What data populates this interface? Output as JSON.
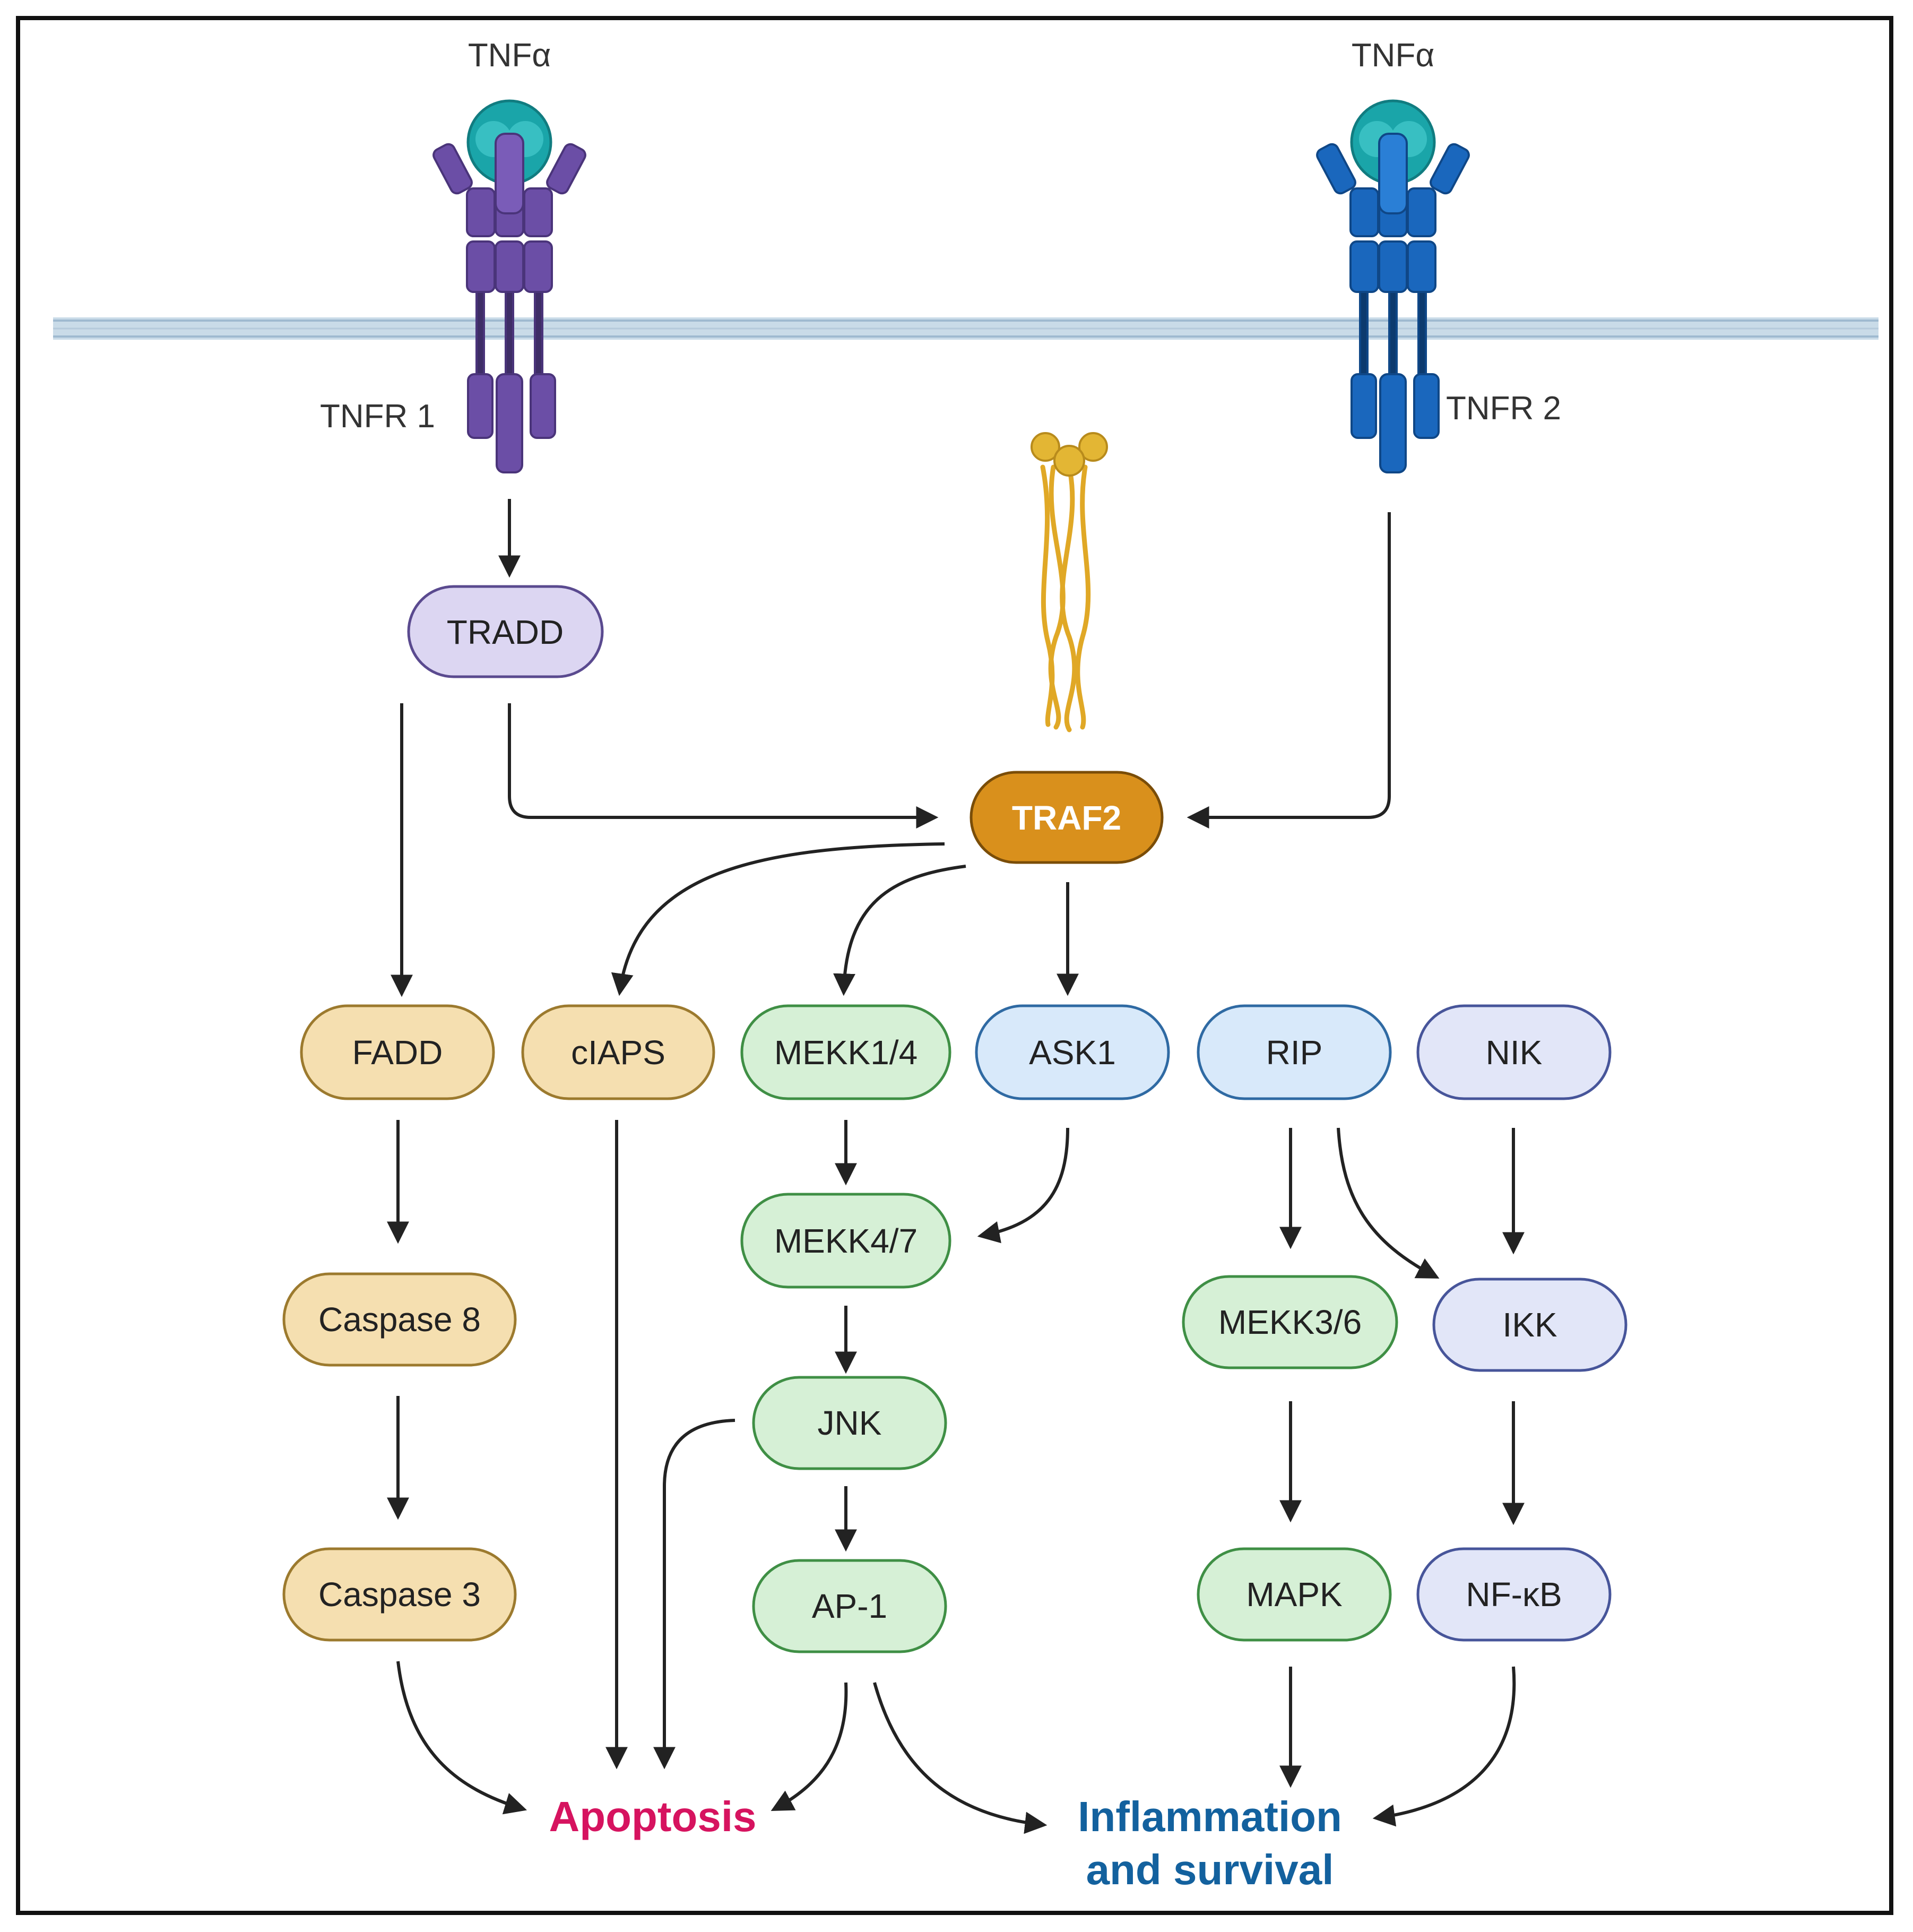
{
  "labels": {
    "ligand_left": "TNFα",
    "ligand_right": "TNFα",
    "receptor_left": "TNFR 1",
    "receptor_right": "TNFR 2"
  },
  "nodes": {
    "tradd": "TRADD",
    "traf2": "TRAF2",
    "fadd": "FADD",
    "ciaps": "cIAPS",
    "mekk14": "MEKK1/4",
    "ask1": "ASK1",
    "rip": "RIP",
    "nik": "NIK",
    "mekk47": "MEKK4/7",
    "caspase8": "Caspase 8",
    "mekk36": "MEKK3/6",
    "ikk": "IKK",
    "jnk": "JNK",
    "caspase3": "Caspase 3",
    "ap1": "AP-1",
    "mapk": "MAPK",
    "nfkb": "NF-κB"
  },
  "outcomes": {
    "apoptosis": "Apoptosis",
    "inflammation_line1": "Inflammation",
    "inflammation_line2": "and survival"
  },
  "colors": {
    "apoptosis": "#d6135f",
    "inflammation": "#13619e",
    "traf2_fill": "#d9901c",
    "tnfr1": "#6b4ea6",
    "tnfr2": "#1a67bd",
    "ligand": "#1aa5a9"
  }
}
